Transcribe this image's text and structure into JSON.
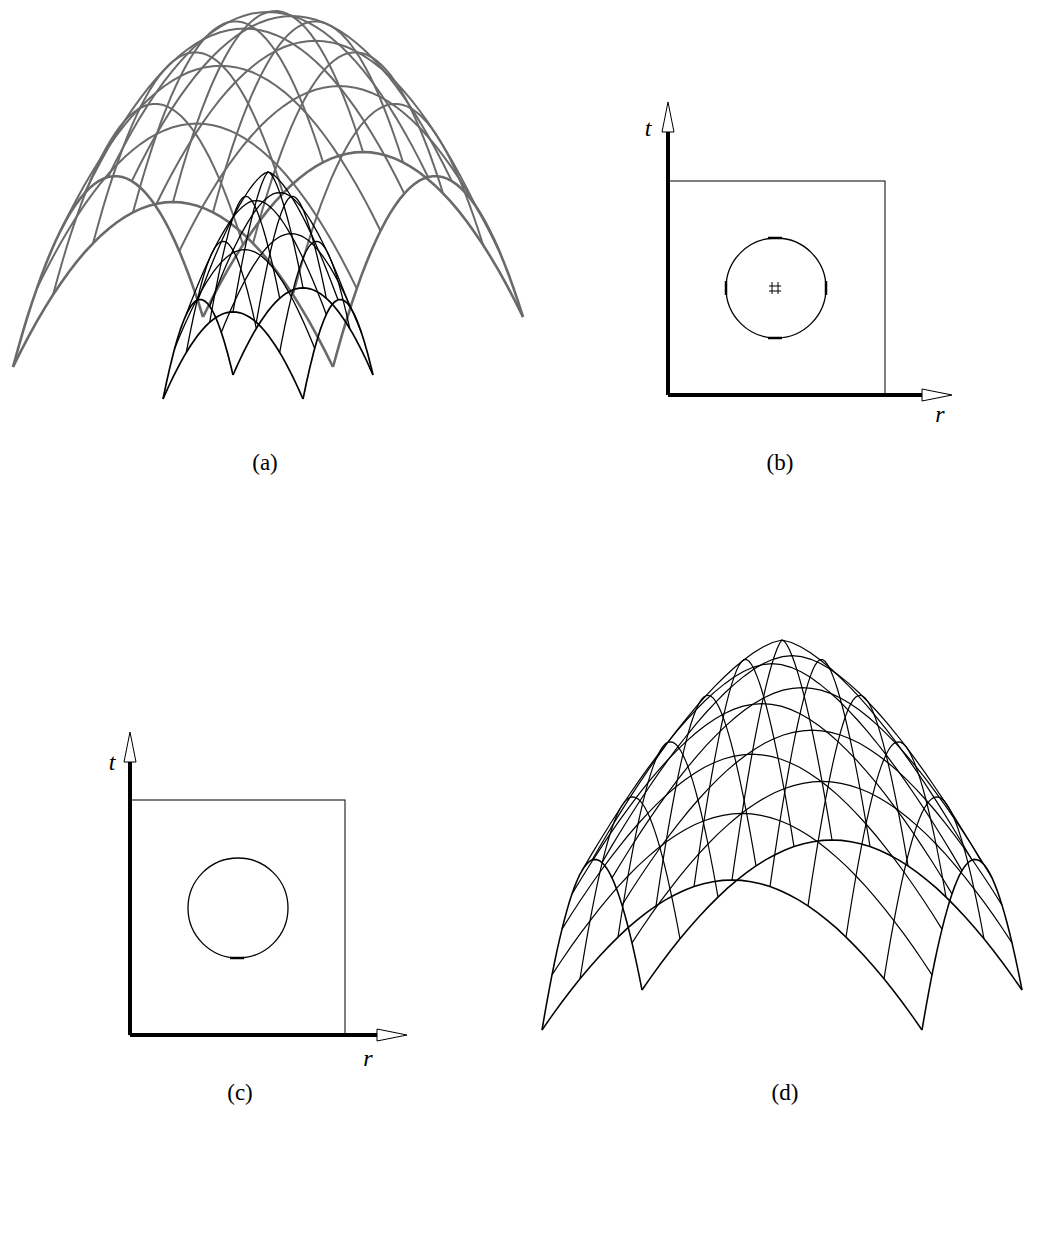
{
  "diagram": {
    "labels": [
      "t",
      "r",
      "(a)",
      "(b)",
      "t",
      "r",
      "(c)",
      "(d)"
    ]
  }
}
